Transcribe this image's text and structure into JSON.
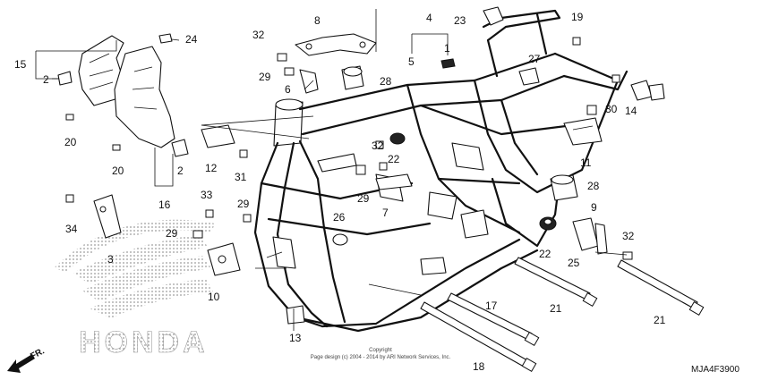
{
  "part_numbers": {
    "p1": "1",
    "p2a": "2",
    "p2b": "2",
    "p3": "3",
    "p4": "4",
    "p5": "5",
    "p6": "6",
    "p7": "7",
    "p8": "8",
    "p9": "9",
    "p10": "10",
    "p11": "11",
    "p12": "12",
    "p13": "13",
    "p14": "14",
    "p15": "15",
    "p16": "16",
    "p17": "17",
    "p18": "18",
    "p19": "19",
    "p20a": "20",
    "p20b": "20",
    "p21a": "21",
    "p21b": "21",
    "p22a": "22",
    "p22b": "22",
    "p23": "23",
    "p24": "24",
    "p25": "25",
    "p26": "26",
    "p27": "27",
    "p28a": "28",
    "p28b": "28",
    "p29a": "29",
    "p29b": "29",
    "p29c": "29",
    "p30": "30",
    "p31": "31",
    "p32a": "32",
    "p32b": "32",
    "p32c": "32",
    "p33": "33",
    "p34": "34"
  },
  "watermark": "HONDA",
  "front_indicator": "FR.",
  "copyright_line1": "Copyright",
  "copyright_line2": "Page design (c) 2004 - 2014 by ARI Network Services, Inc.",
  "diagram_code": "MJA4F3900",
  "colors": {
    "ink": "#111111",
    "watermark_dots": "#9a9a9a",
    "background": "#ffffff"
  }
}
